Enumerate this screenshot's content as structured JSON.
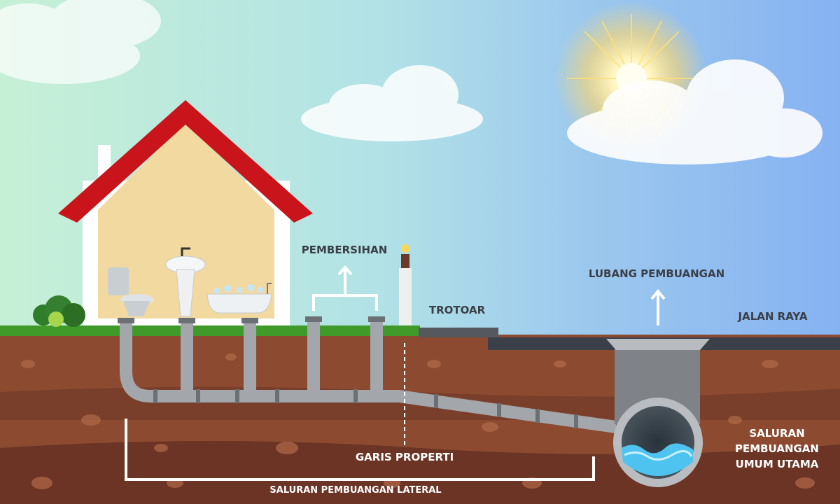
{
  "labels": {
    "cleanout": "PEMBERSIHAN",
    "sidewalk": "TROTOAR",
    "manhole": "LUBANG PEMBUANGAN",
    "road": "JALAN RAYA",
    "main_sewer_line1": "SALURAN",
    "main_sewer_line2": "PEMBUANGAN",
    "main_sewer_line3": "UMUM UTAMA",
    "property_line": "GARIS PROPERTI",
    "lateral": "SALURAN PEMBUANGAN LATERAL"
  },
  "colors": {
    "roof": "#c8141a",
    "wall": "#f2d9a0",
    "grass": "#3f9a2a",
    "soil": "#8a4a30",
    "pipe": "#a3a7ab",
    "road": "#3a3f4a",
    "water": "#4fc3f0"
  }
}
